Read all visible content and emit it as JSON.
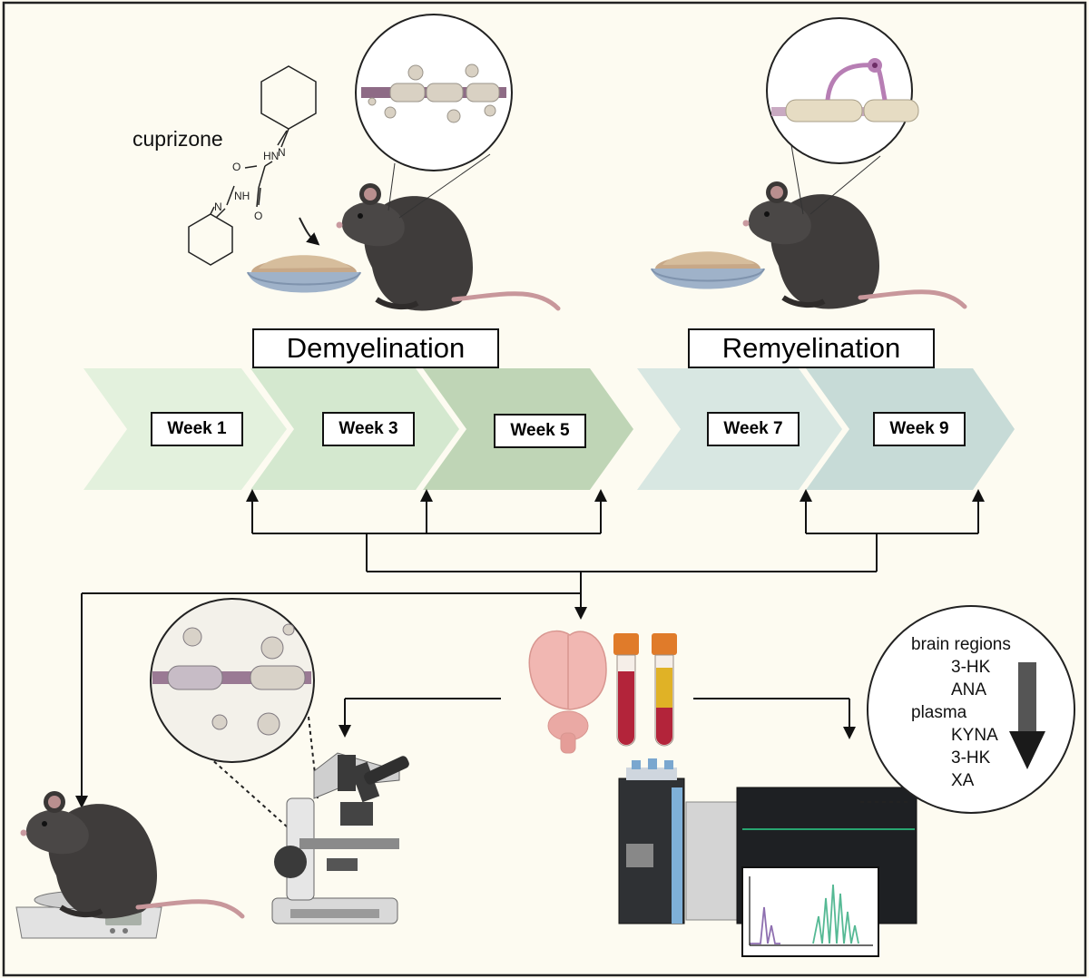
{
  "compound_label": "cuprizone",
  "phases": [
    {
      "label": "Demyelination"
    },
    {
      "label": "Remyelination"
    }
  ],
  "weeks": [
    "Week 1",
    "Week 3",
    "Week 5",
    "Week 7",
    "Week 9"
  ],
  "chevron_colors": [
    "#e3f1dd",
    "#d4e8cf",
    "#bfd5b6",
    "#d8e7e2",
    "#c7dbd7"
  ],
  "molecule_atom_labels": {
    "nh_top": "HN",
    "n_top": "N",
    "o_left": "O",
    "o_right": "O",
    "nh_bottom": "NH",
    "n_bottom": "N"
  },
  "results": {
    "brain_heading": "brain regions",
    "brain_items": [
      "3-HK",
      "ANA"
    ],
    "plasma_heading": "plasma",
    "plasma_items": [
      "KYNA",
      "3-HK",
      "XA"
    ]
  },
  "colors": {
    "background": "#fdfbf1",
    "mouse": "#3f3c3b",
    "myelin": "#d9d1c3",
    "axon": "#8e6b86",
    "blood": "#b3243a",
    "plasma": "#e0b226",
    "tube_cap": "#e07b2a"
  },
  "icons": [
    "mouse-icon",
    "food-bowl-icon",
    "myelin-magnifier-icon",
    "brain-icon",
    "blood-tube-icon",
    "plasma-tube-icon",
    "scale-icon",
    "microscope-icon",
    "mass-spectrometer-icon",
    "chromatogram-icon",
    "down-arrow-icon"
  ]
}
